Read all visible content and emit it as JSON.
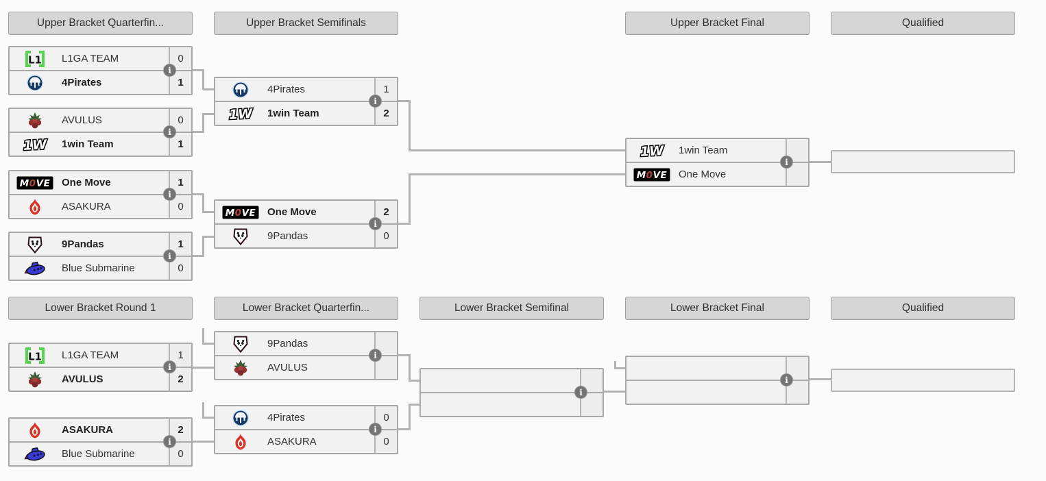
{
  "colors": {
    "background": "#fbfbfb",
    "header_bg": "#d6d6d6",
    "row_bg": "#f2f2f2",
    "connector": "#b2b2b2",
    "info_icon_bg": "#747474",
    "one_move_red": "#b5443c",
    "l1ga_green": "#55d44f",
    "pirates_navy": "#173a66",
    "asakura_red": "#da3125",
    "submarine_blue": "#3b3bd1"
  },
  "icons": {
    "info_glyph": "i"
  },
  "headers": [
    {
      "id": "ub-qf",
      "label": "Upper Bracket Quarterfin..."
    },
    {
      "id": "ub-sf",
      "label": "Upper Bracket Semifinals"
    },
    {
      "id": "ub-f",
      "label": "Upper Bracket Final"
    },
    {
      "id": "ub-q",
      "label": "Qualified"
    },
    {
      "id": "lb-r1",
      "label": "Lower Bracket Round 1"
    },
    {
      "id": "lb-qf",
      "label": "Lower Bracket Quarterfin..."
    },
    {
      "id": "lb-sf",
      "label": "Lower Bracket Semifinal"
    },
    {
      "id": "lb-f",
      "label": "Lower Bracket Final"
    },
    {
      "id": "lb-q",
      "label": "Qualified"
    }
  ],
  "matches": [
    {
      "id": "ub-qf-1",
      "slots": [
        {
          "team": "L1GA TEAM",
          "icon": "l1ga-team-logo",
          "score": "0",
          "winner": false
        },
        {
          "team": "4Pirates",
          "icon": "4pirates-logo",
          "score": "1",
          "winner": true
        }
      ]
    },
    {
      "id": "ub-qf-2",
      "slots": [
        {
          "team": "AVULUS",
          "icon": "avulus-logo",
          "score": "0",
          "winner": false
        },
        {
          "team": "1win Team",
          "icon": "1win-team-logo",
          "score": "1",
          "winner": true
        }
      ]
    },
    {
      "id": "ub-qf-3",
      "slots": [
        {
          "team": "One Move",
          "icon": "one-move-logo",
          "score": "1",
          "winner": true
        },
        {
          "team": "ASAKURA",
          "icon": "asakura-logo",
          "score": "0",
          "winner": false
        }
      ]
    },
    {
      "id": "ub-qf-4",
      "slots": [
        {
          "team": "9Pandas",
          "icon": "9pandas-logo",
          "score": "1",
          "winner": true
        },
        {
          "team": "Blue Submarine",
          "icon": "blue-submarine-logo",
          "score": "0",
          "winner": false
        }
      ]
    },
    {
      "id": "ub-sf-1",
      "slots": [
        {
          "team": "4Pirates",
          "icon": "4pirates-logo",
          "score": "1",
          "winner": false
        },
        {
          "team": "1win Team",
          "icon": "1win-team-logo",
          "score": "2",
          "winner": true
        }
      ]
    },
    {
      "id": "ub-sf-2",
      "slots": [
        {
          "team": "One Move",
          "icon": "one-move-logo",
          "score": "2",
          "winner": true
        },
        {
          "team": "9Pandas",
          "icon": "9pandas-logo",
          "score": "0",
          "winner": false
        }
      ]
    },
    {
      "id": "ub-final",
      "slots": [
        {
          "team": "1win Team",
          "icon": "1win-team-logo",
          "score": "",
          "winner": false
        },
        {
          "team": "One Move",
          "icon": "one-move-logo",
          "score": "",
          "winner": false
        }
      ]
    },
    {
      "id": "lb-r1-1",
      "slots": [
        {
          "team": "L1GA TEAM",
          "icon": "l1ga-team-logo",
          "score": "1",
          "winner": false
        },
        {
          "team": "AVULUS",
          "icon": "avulus-logo",
          "score": "2",
          "winner": true
        }
      ]
    },
    {
      "id": "lb-r1-2",
      "slots": [
        {
          "team": "ASAKURA",
          "icon": "asakura-logo",
          "score": "2",
          "winner": true
        },
        {
          "team": "Blue Submarine",
          "icon": "blue-submarine-logo",
          "score": "0",
          "winner": false
        }
      ]
    },
    {
      "id": "lb-qf-1",
      "slots": [
        {
          "team": "9Pandas",
          "icon": "9pandas-logo",
          "score": "",
          "winner": false
        },
        {
          "team": "AVULUS",
          "icon": "avulus-logo",
          "score": "",
          "winner": false
        }
      ]
    },
    {
      "id": "lb-qf-2",
      "slots": [
        {
          "team": "4Pirates",
          "icon": "4pirates-logo",
          "score": "0",
          "winner": false
        },
        {
          "team": "ASAKURA",
          "icon": "asakura-logo",
          "score": "0",
          "winner": false
        }
      ]
    },
    {
      "id": "lb-sf",
      "slots": [
        {
          "team": "",
          "icon": "",
          "score": "",
          "winner": false
        },
        {
          "team": "",
          "icon": "",
          "score": "",
          "winner": false
        }
      ]
    },
    {
      "id": "lb-final",
      "slots": [
        {
          "team": "",
          "icon": "",
          "score": "",
          "winner": false
        },
        {
          "team": "",
          "icon": "",
          "score": "",
          "winner": false
        }
      ]
    }
  ],
  "qualified_slots": [
    {
      "id": "ub-qualified",
      "team": ""
    },
    {
      "id": "lb-qualified",
      "team": ""
    }
  ]
}
